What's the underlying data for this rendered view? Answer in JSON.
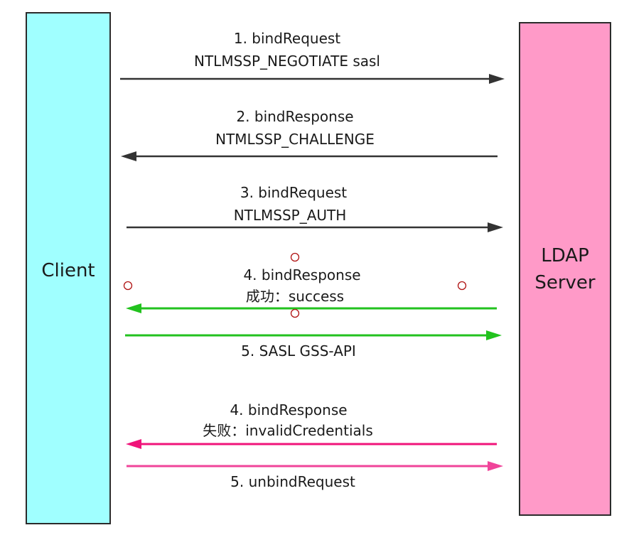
{
  "colors": {
    "client_fill": "#a0ffff",
    "server_fill": "#ff9ac8",
    "border": "#2b2b2b",
    "dark_arrow": "#333333",
    "success_arrow": "#22c21e",
    "failure_arrow_response": "#f0147a",
    "failure_arrow_request": "#f0449a",
    "handle": "#b01414"
  },
  "actors": {
    "client": {
      "label": "Client"
    },
    "server": {
      "label_line1": "LDAP",
      "label_line2": "Server"
    }
  },
  "messages": [
    {
      "id": "m1",
      "direction": "to-server",
      "color": "dark",
      "line1": "1. bindRequest",
      "line2": "NTLMSSP_NEGOTIATE  sasl"
    },
    {
      "id": "m2",
      "direction": "to-client",
      "color": "dark",
      "line1": "2. bindResponse",
      "line2": "NTMLSSP_CHALLENGE"
    },
    {
      "id": "m3",
      "direction": "to-server",
      "color": "dark",
      "line1": "3. bindRequest",
      "line2": "NTLMSSP_AUTH"
    },
    {
      "id": "m4s",
      "direction": "to-client",
      "color": "success",
      "line1": "4. bindResponse",
      "line2": "成功：success"
    },
    {
      "id": "m5s",
      "direction": "to-server",
      "color": "success",
      "line1": "5. SASL GSS-API"
    },
    {
      "id": "m4f",
      "direction": "to-client",
      "color": "failure",
      "line1": "4. bindResponse",
      "line2": "失败：invalidCredentials"
    },
    {
      "id": "m5f",
      "direction": "to-server",
      "color": "failure",
      "line1": "5. unbindRequest"
    }
  ]
}
